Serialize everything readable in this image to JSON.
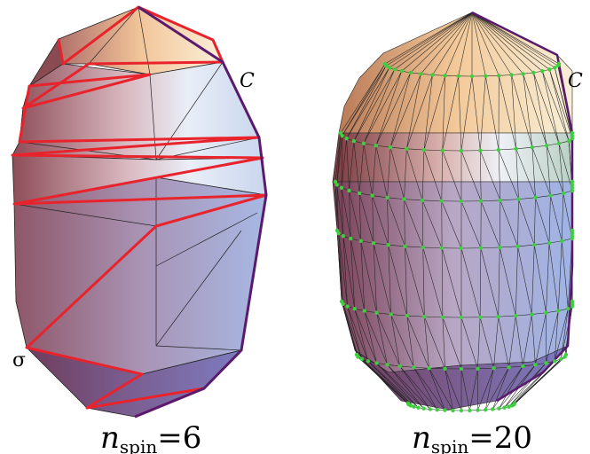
{
  "left_panel": {
    "curve_label": "C",
    "sigma_label": "σ",
    "caption": {
      "var": "n",
      "sub": "spin",
      "rest": "=6"
    }
  },
  "right_panel": {
    "curve_label": "C",
    "caption": {
      "var": "n",
      "sub": "spin",
      "rest": "=20"
    }
  },
  "colors": {
    "top_warm": "#f1c59a",
    "top_light": "#f8e7cf",
    "mid_light": "#d8e3f3",
    "side_dark": "#8a4a52",
    "bottom_purple": "#7a5e98",
    "body_blue": "#a8b8e0",
    "red_path": "#e8232c",
    "curve_purple": "#5a1a6e",
    "vertex_green": "#3ecf3e"
  }
}
